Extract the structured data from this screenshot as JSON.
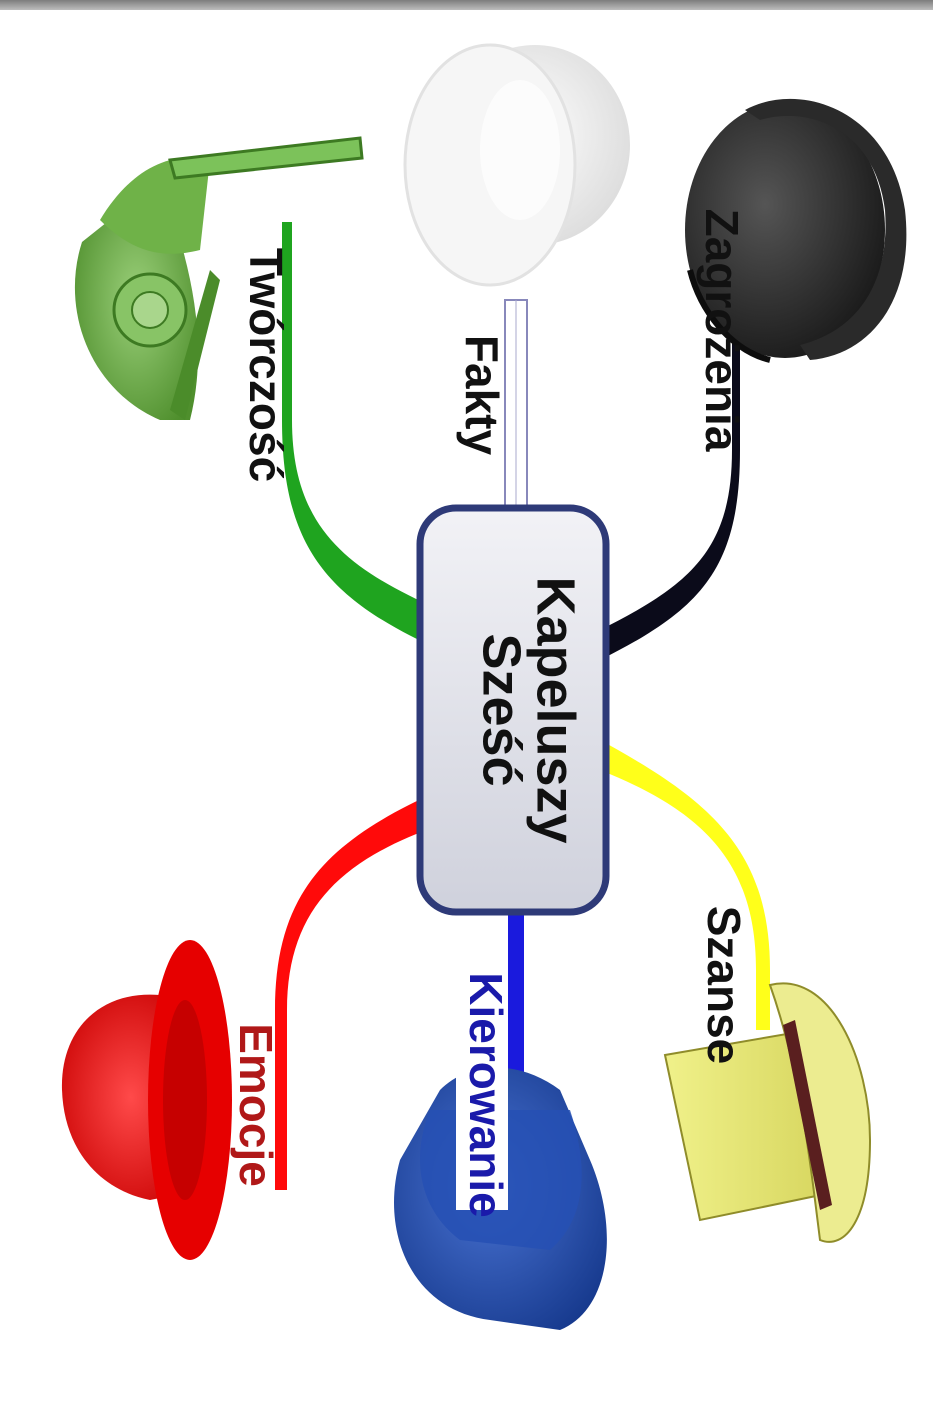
{
  "center": {
    "line1": "Sześć",
    "line2": "Kapeluszy"
  },
  "hats": {
    "green": {
      "label": "Twórczość",
      "color": "#22aa22",
      "label_color": "#111111",
      "icon": "green-hat-icon"
    },
    "white": {
      "label": "Fakty",
      "color": "#eeeeee",
      "label_color": "#111111",
      "icon": "white-hat-icon"
    },
    "black": {
      "label": "Zagrożenia",
      "color": "#333333",
      "label_color": "#111111",
      "icon": "black-hat-icon"
    },
    "red": {
      "label": "Emocje",
      "color": "#ee1111",
      "label_color": "#b01818",
      "icon": "red-hat-icon"
    },
    "blue": {
      "label": "Kierowanie",
      "color": "#1f49b0",
      "label_color": "#1a1aaa",
      "icon": "blue-hat-icon"
    },
    "yellow": {
      "label": "Szanse",
      "color": "#e9ea77",
      "label_color": "#111111",
      "icon": "yellow-hat-icon"
    }
  }
}
